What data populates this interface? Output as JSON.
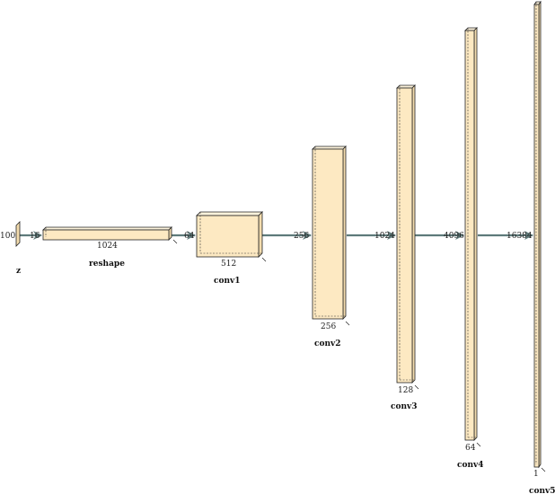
{
  "layers": [
    {
      "id": "z",
      "label": "z",
      "in_size": "100"
    },
    {
      "id": "reshape",
      "label": "reshape",
      "in_size": "16",
      "width": "1024"
    },
    {
      "id": "conv1",
      "label": "conv1",
      "in_size": "64",
      "width": "512"
    },
    {
      "id": "conv2",
      "label": "conv2",
      "in_size": "256",
      "width": "256"
    },
    {
      "id": "conv3",
      "label": "conv3",
      "in_size": "1024",
      "width": "128"
    },
    {
      "id": "conv4",
      "label": "conv4",
      "in_size": "4096",
      "width": "64"
    },
    {
      "id": "conv5",
      "label": "conv5",
      "in_size": "16384",
      "width": "1"
    }
  ],
  "colors": {
    "block_fill": "#fde9c2",
    "connection": "#5e7a7a"
  }
}
